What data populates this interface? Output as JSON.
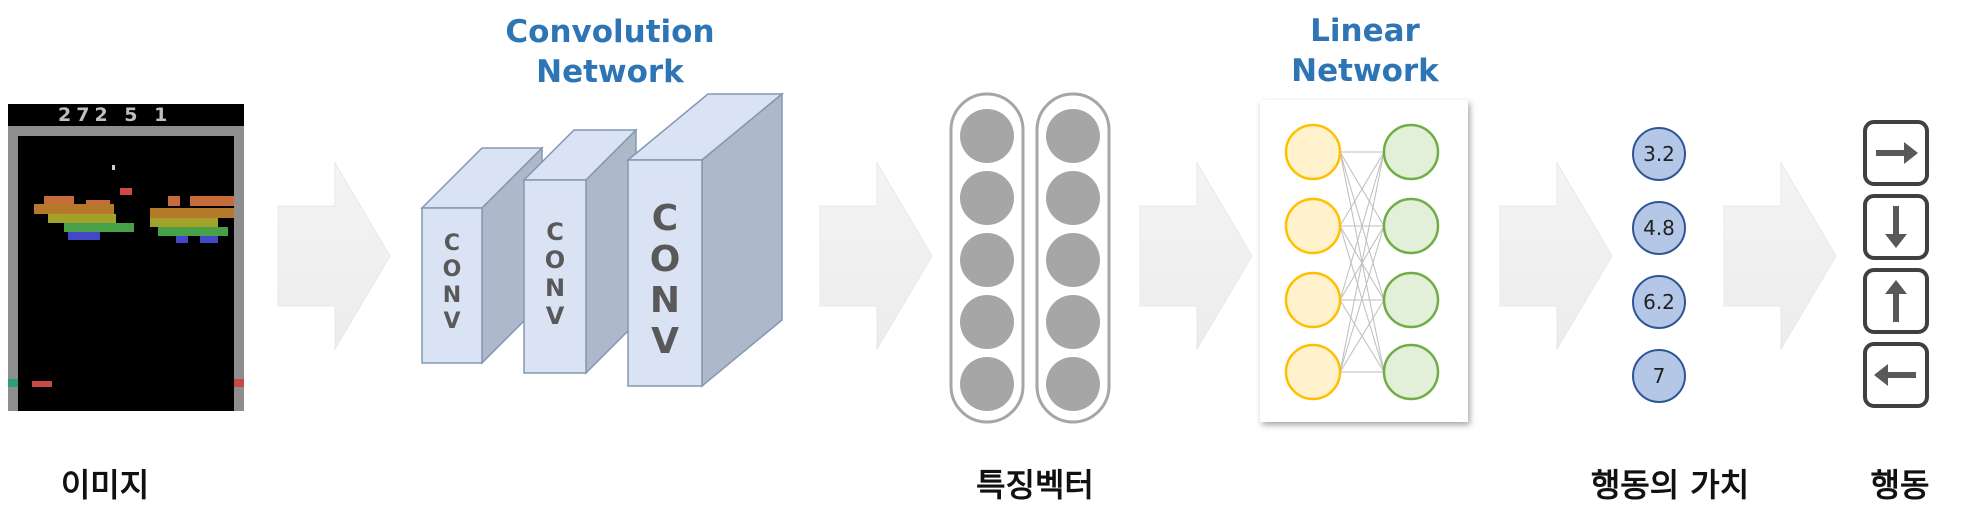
{
  "labels": {
    "conv_title_line1": "Convolution",
    "conv_title_line2": "Network",
    "linear_title_line1": "Linear",
    "linear_title_line2": "Network",
    "image_caption": "이미지",
    "feature_caption": "특징벡터",
    "qvalue_caption": "행동의 가치",
    "action_caption": "행동"
  },
  "game_screen": {
    "score_text": "272  5  1"
  },
  "conv_blocks": [
    {
      "letters": [
        "C",
        "O",
        "N",
        "V"
      ]
    },
    {
      "letters": [
        "C",
        "O",
        "N",
        "V"
      ]
    },
    {
      "letters": [
        "C",
        "O",
        "N",
        "V"
      ]
    }
  ],
  "feature_vector": {
    "columns": 2,
    "cells_per_column": 5
  },
  "linear_network": {
    "input_nodes": 4,
    "output_nodes": 4
  },
  "q_values": [
    "3.2",
    "4.8",
    "6.2",
    "7"
  ],
  "actions": [
    "right-arrow-icon",
    "down-arrow-icon",
    "up-arrow-icon",
    "left-arrow-icon"
  ],
  "colors": {
    "title_blue": "#2e75b6",
    "conv_face": "#dae3f3",
    "conv_side": "#adb9ca",
    "feature_cell": "#a6a6a6",
    "input_node_fill": "#fff2cc",
    "input_node_stroke": "#ffc000",
    "output_node_fill": "#e2f0d9",
    "output_node_stroke": "#70ad47",
    "qvalue_fill": "#b4c7e7",
    "qvalue_stroke": "#2f5597"
  }
}
